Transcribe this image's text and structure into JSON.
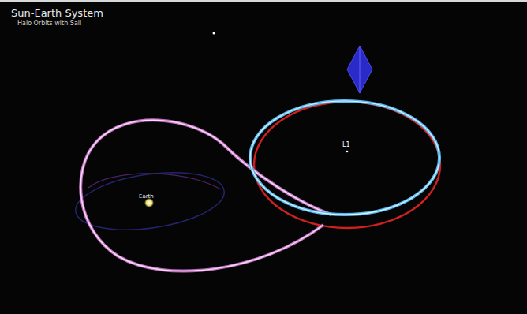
{
  "diagram": {
    "title": "Sun-Earth System",
    "labels": [
      "Halo Orbits with Sail",
      "L1",
      "Earth"
    ]
  }
}
